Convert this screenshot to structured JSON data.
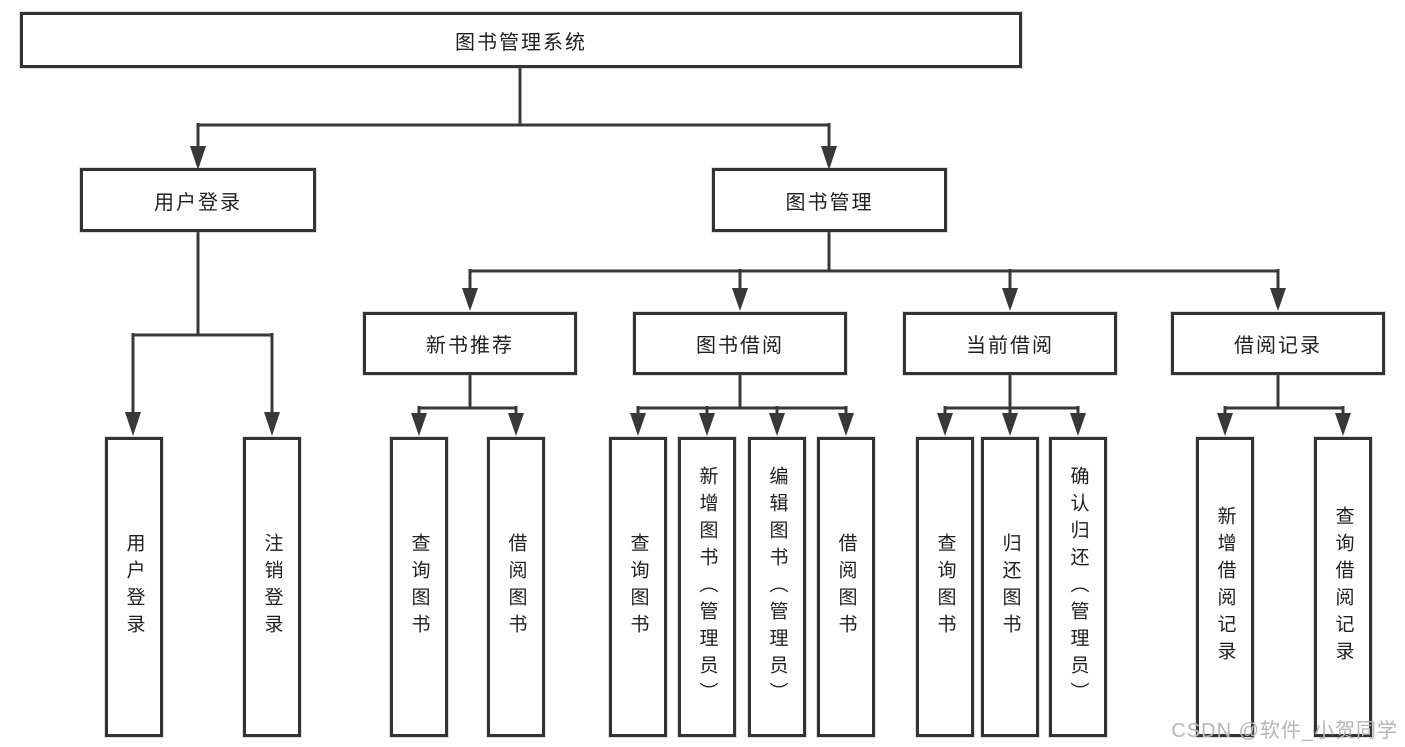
{
  "tree": {
    "root": {
      "label": "图书管理系统"
    },
    "branches": [
      {
        "label": "用户登录",
        "leaves": [
          {
            "label": "用户登录"
          },
          {
            "label": "注销登录"
          }
        ]
      },
      {
        "label": "图书管理",
        "groups": [
          {
            "label": "新书推荐",
            "leaves": [
              {
                "label": "查询图书"
              },
              {
                "label": "借阅图书"
              }
            ]
          },
          {
            "label": "图书借阅",
            "leaves": [
              {
                "label": "查询图书"
              },
              {
                "label": "新增图书（管理员）"
              },
              {
                "label": "编辑图书（管理员）"
              },
              {
                "label": "借阅图书"
              }
            ]
          },
          {
            "label": "当前借阅",
            "leaves": [
              {
                "label": "查询图书"
              },
              {
                "label": "归还图书"
              },
              {
                "label": "确认归还（管理员）"
              }
            ]
          },
          {
            "label": "借阅记录",
            "leaves": [
              {
                "label": "新增借阅记录"
              },
              {
                "label": "查询借阅记录"
              }
            ]
          }
        ]
      }
    ]
  },
  "watermark": {
    "text": "CSDN @软件_小贺同学"
  },
  "colors": {
    "line": "#383838",
    "box_border": "#333333",
    "text": "#1f1f1f",
    "watermark": "#b6b6b6",
    "background": "#ffffff"
  }
}
